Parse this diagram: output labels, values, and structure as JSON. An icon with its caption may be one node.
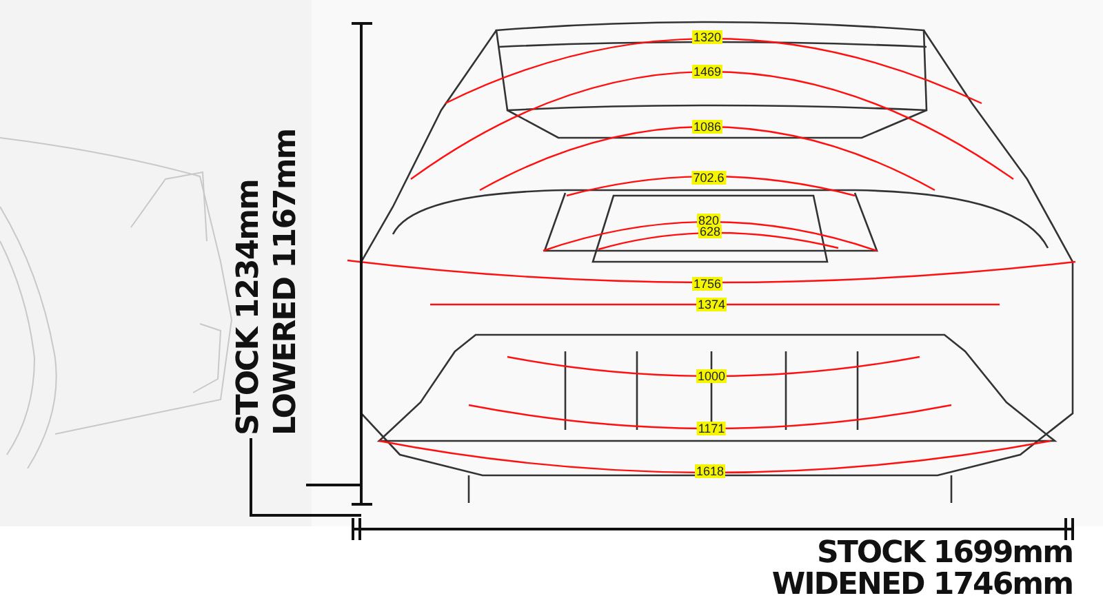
{
  "diagram": {
    "labels": [
      "1320",
      "1469",
      "1086",
      "702.6",
      "820",
      "628",
      "1756",
      "1374",
      "1000",
      "1171",
      "1618",
      "STOCK 1234mm",
      "LOWERED 1167mm",
      "STOCK 1699mm",
      "WIDENED 1746mm"
    ]
  }
}
